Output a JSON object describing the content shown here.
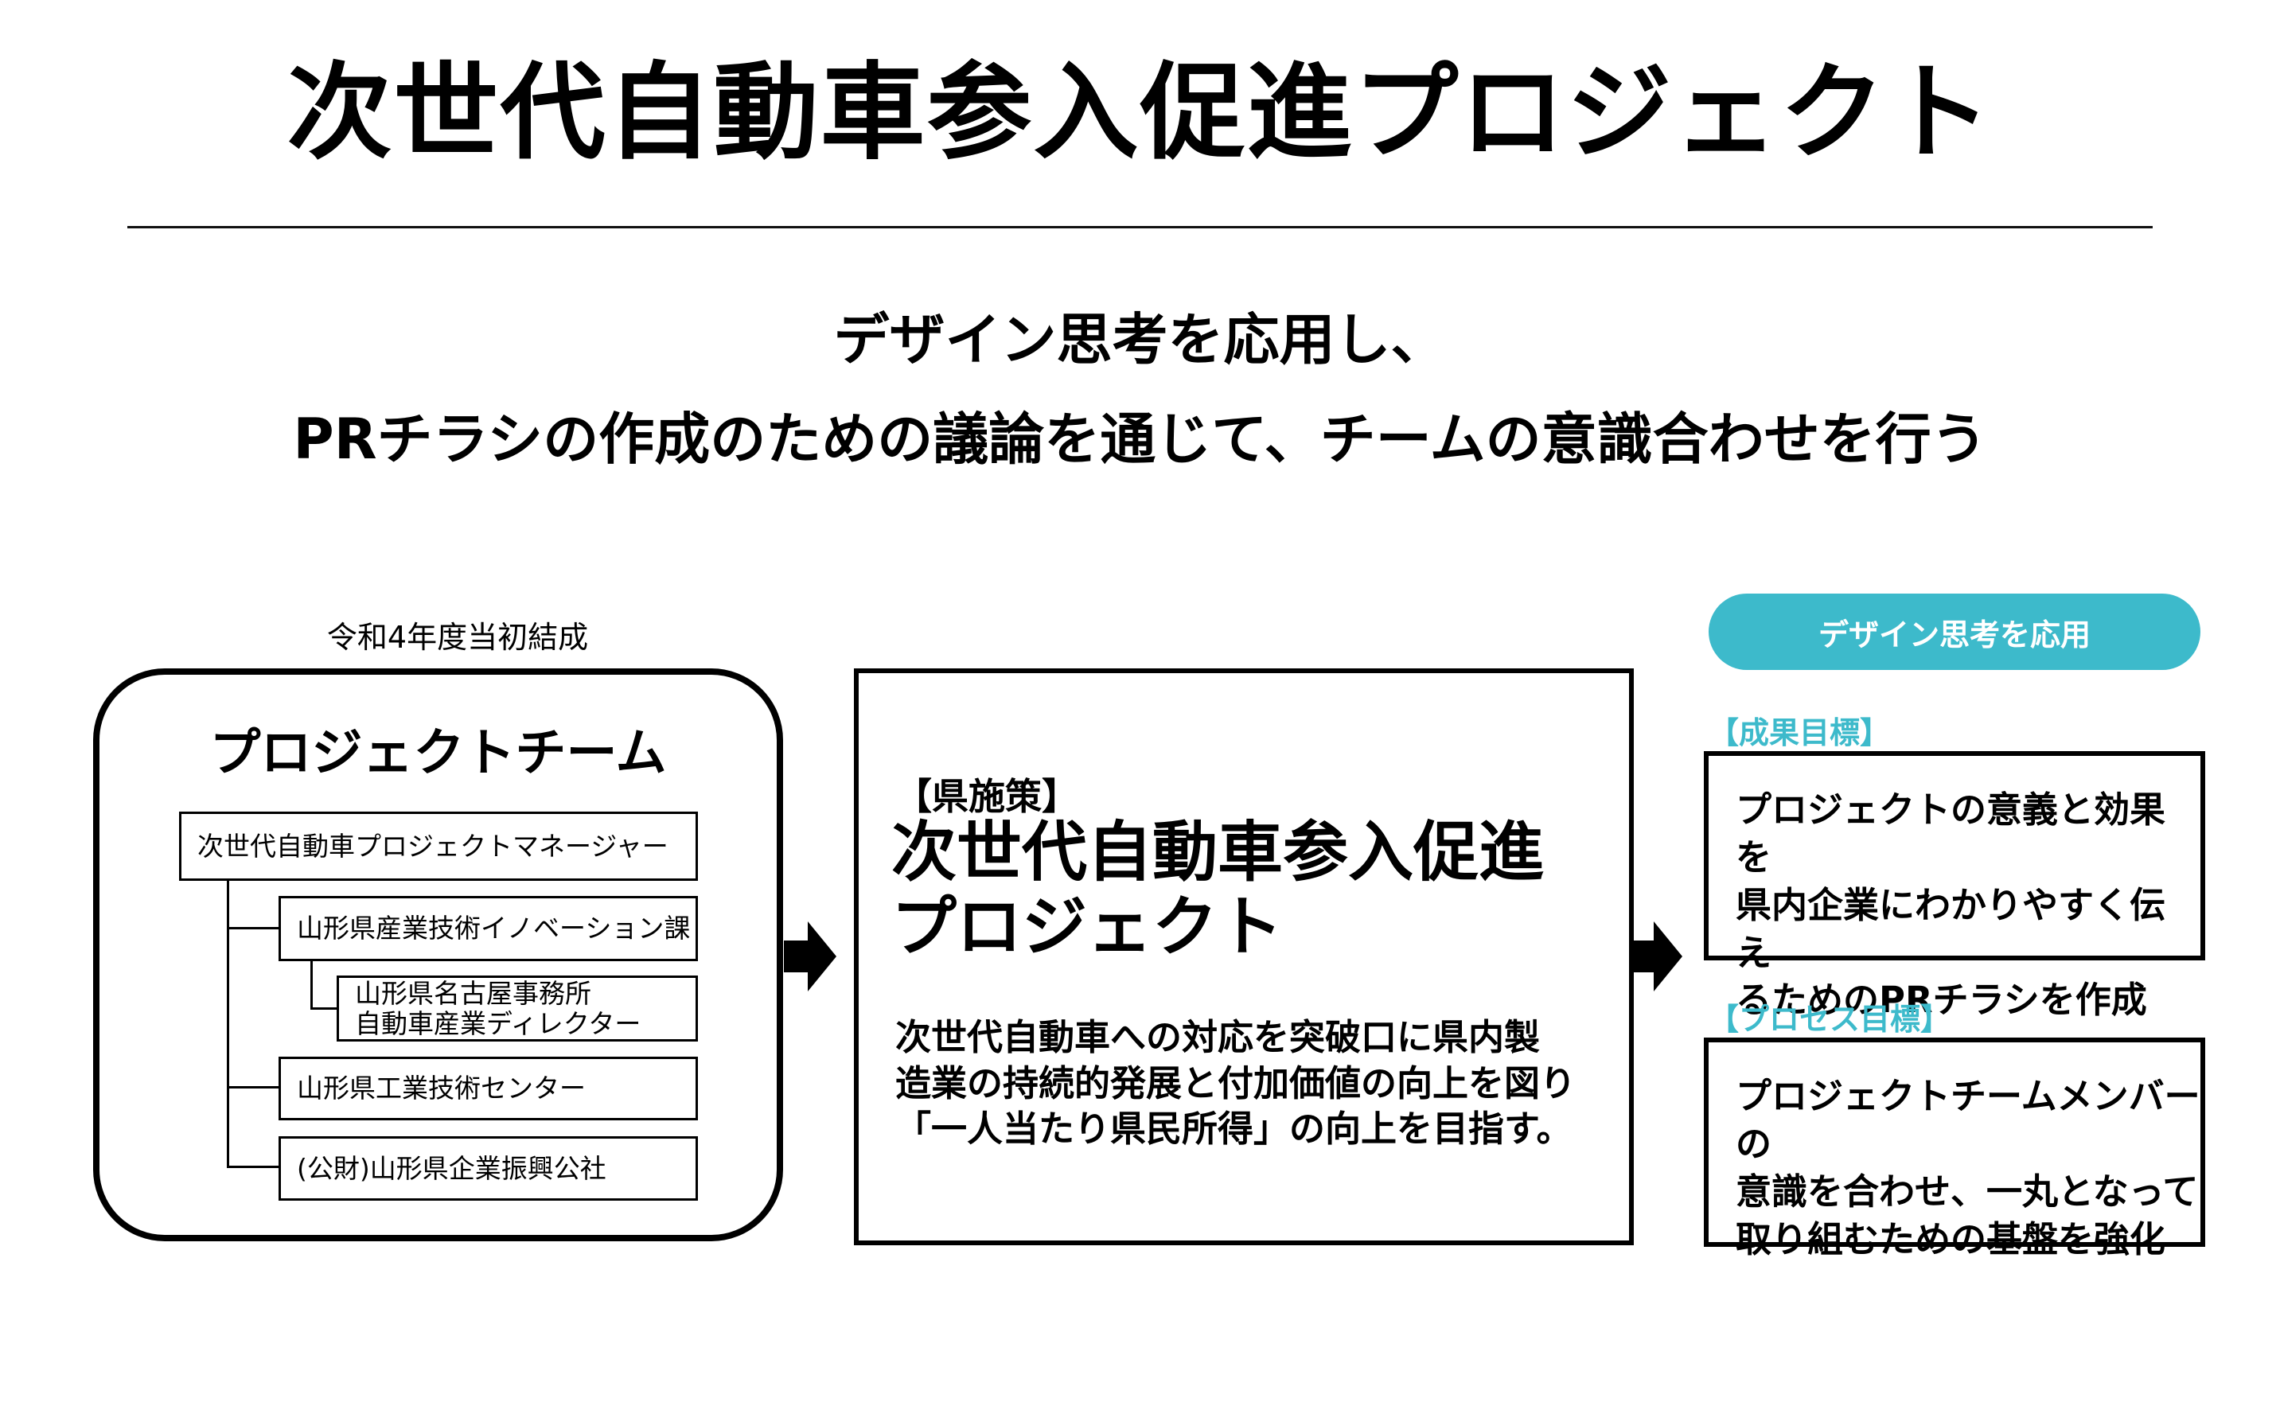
{
  "title": "次世代自動車参入促進プロジェクト",
  "subtitle": {
    "line1": "デザイン思考を応用し、",
    "line2": "PRチラシの作成のための議論を通じて、チームの意識合わせを行う"
  },
  "team": {
    "caption": "令和4年度当初結成",
    "title": "プロジェクトチーム",
    "org": {
      "manager": "次世代自動車プロジェクトマネージャー",
      "innovation": "山形県産業技術イノベーション課",
      "nagoya_line1": "山形県名古屋事務所",
      "nagoya_line2": "自動車産業ディレクター",
      "center": "山形県工業技術センター",
      "corp": "(公財)山形県企業振興公社"
    }
  },
  "policy": {
    "tag": "【県施策】",
    "title_line1": "次世代自動車参入促進",
    "title_line2": "プロジェクト",
    "desc_line1": "次世代自動車への対応を突破口に県内製",
    "desc_line2": "造業の持続的発展と付加価値の向上を図り",
    "desc_line3": "「一人当たり県民所得」の向上を目指す。"
  },
  "goals": {
    "pill": "デザイン思考を応用",
    "outcome_label": "【成果目標】",
    "outcome_line1": "プロジェクトの意義と効果を",
    "outcome_line2": "県内企業にわかりやすく伝え",
    "outcome_line3": "るためのPRチラシを作成",
    "process_label": "【プロセス目標】",
    "process_line1": "プロジェクトチームメンバーの",
    "process_line2": "意識を合わせ、一丸となって",
    "process_line3": "取り組むための基盤を強化"
  },
  "colors": {
    "accent": "#3dbacb",
    "line": "#000000"
  },
  "icons": {
    "flow_arrow": "right-arrow-icon"
  }
}
